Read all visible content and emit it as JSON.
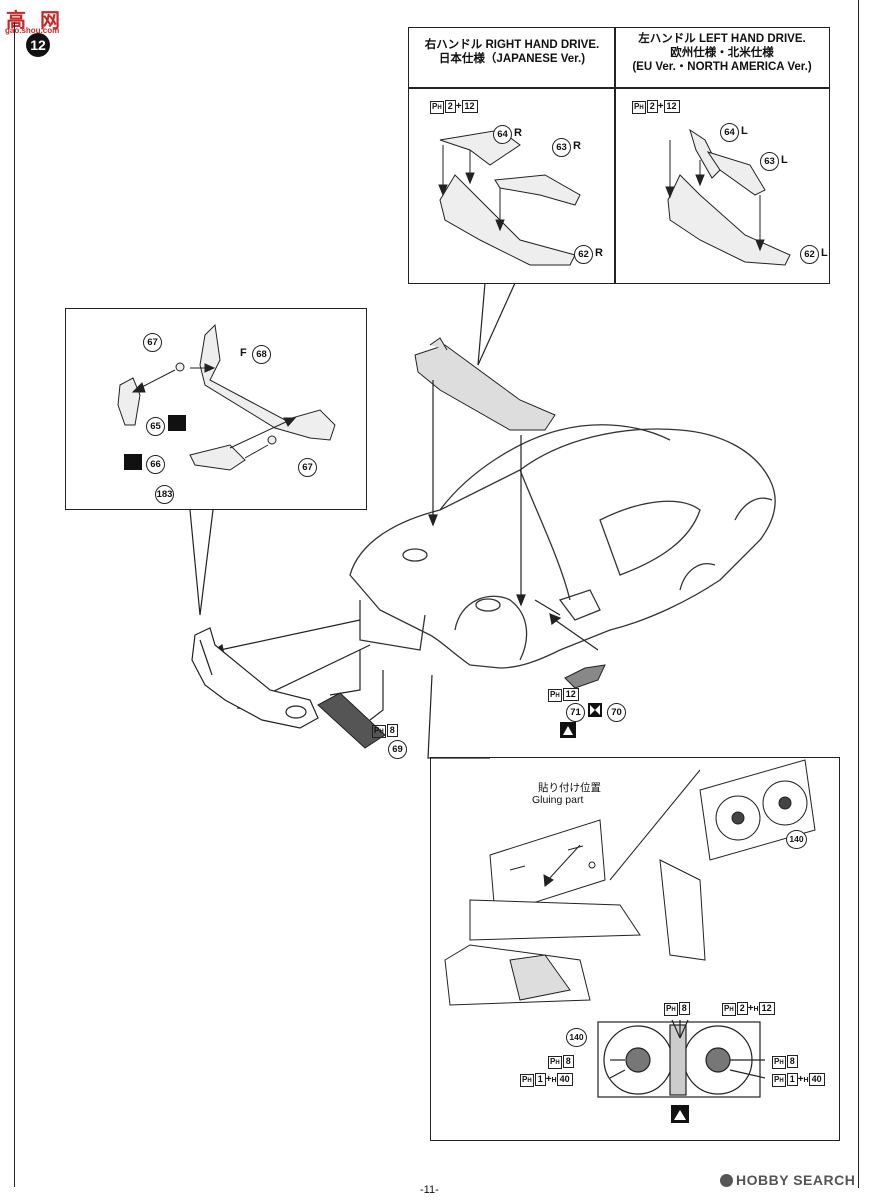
{
  "watermark": {
    "cn": "高",
    "cn2": "网",
    "sub": "gao.shou.com"
  },
  "step_number": "12",
  "panel_top": {
    "left_header": {
      "line1": "右ハンドル RIGHT HAND DRIVE.",
      "line2": "日本仕様（JAPANESE Ver.)"
    },
    "right_header": {
      "line1": "左ハンドル LEFT HAND DRIVE.",
      "line2": "欧州仕様・北米仕様",
      "line3": "(EU Ver.・NORTH AMERICA Ver.)"
    },
    "left_paint": {
      "p": "P",
      "h": "H",
      "a": "2",
      "plus": "+",
      "b": "12"
    },
    "right_paint": {
      "p": "P",
      "h": "H",
      "a": "2",
      "plus": "+",
      "b": "12"
    },
    "left_parts": [
      {
        "num": "64",
        "side": "R"
      },
      {
        "num": "63",
        "side": "R"
      },
      {
        "num": "62",
        "side": "R"
      }
    ],
    "right_parts": [
      {
        "num": "64",
        "side": "L"
      },
      {
        "num": "63",
        "side": "L"
      },
      {
        "num": "62",
        "side": "L"
      }
    ]
  },
  "panel_left": {
    "parts": {
      "p67a": "67",
      "p68": "68",
      "f_label": "F",
      "p65": "65",
      "p66": "66",
      "p67b": "67",
      "p183": "183"
    }
  },
  "main": {
    "p71": "71",
    "p70": "70",
    "p69": "69",
    "paint_71": {
      "p": "P",
      "h": "H",
      "n": "12"
    },
    "paint_69": {
      "p": "P",
      "h": "H",
      "n": "8"
    }
  },
  "panel_bottom": {
    "glue_jp": "貼り付け位置",
    "glue_en": "Gluing part",
    "p140a": "140",
    "p140b": "140",
    "paint_top1": {
      "p": "P",
      "h": "H",
      "n": "8"
    },
    "paint_top2": {
      "p": "P",
      "h": "H",
      "a": "2",
      "plus": "+",
      "h2": "H",
      "b": "12"
    },
    "paint_left1": {
      "p": "P",
      "h": "H",
      "n": "8"
    },
    "paint_left2": {
      "p": "P",
      "h": "H",
      "a": "1",
      "plus": "+",
      "h2": "H",
      "b": "40"
    },
    "paint_right1": {
      "p": "P",
      "h": "H",
      "n": "8"
    },
    "paint_right2": {
      "p": "P",
      "h": "H",
      "a": "1",
      "plus": "+",
      "h2": "H",
      "b": "40"
    }
  },
  "page_number": "-11-",
  "footer_brand": "HOBBY SEARCH"
}
